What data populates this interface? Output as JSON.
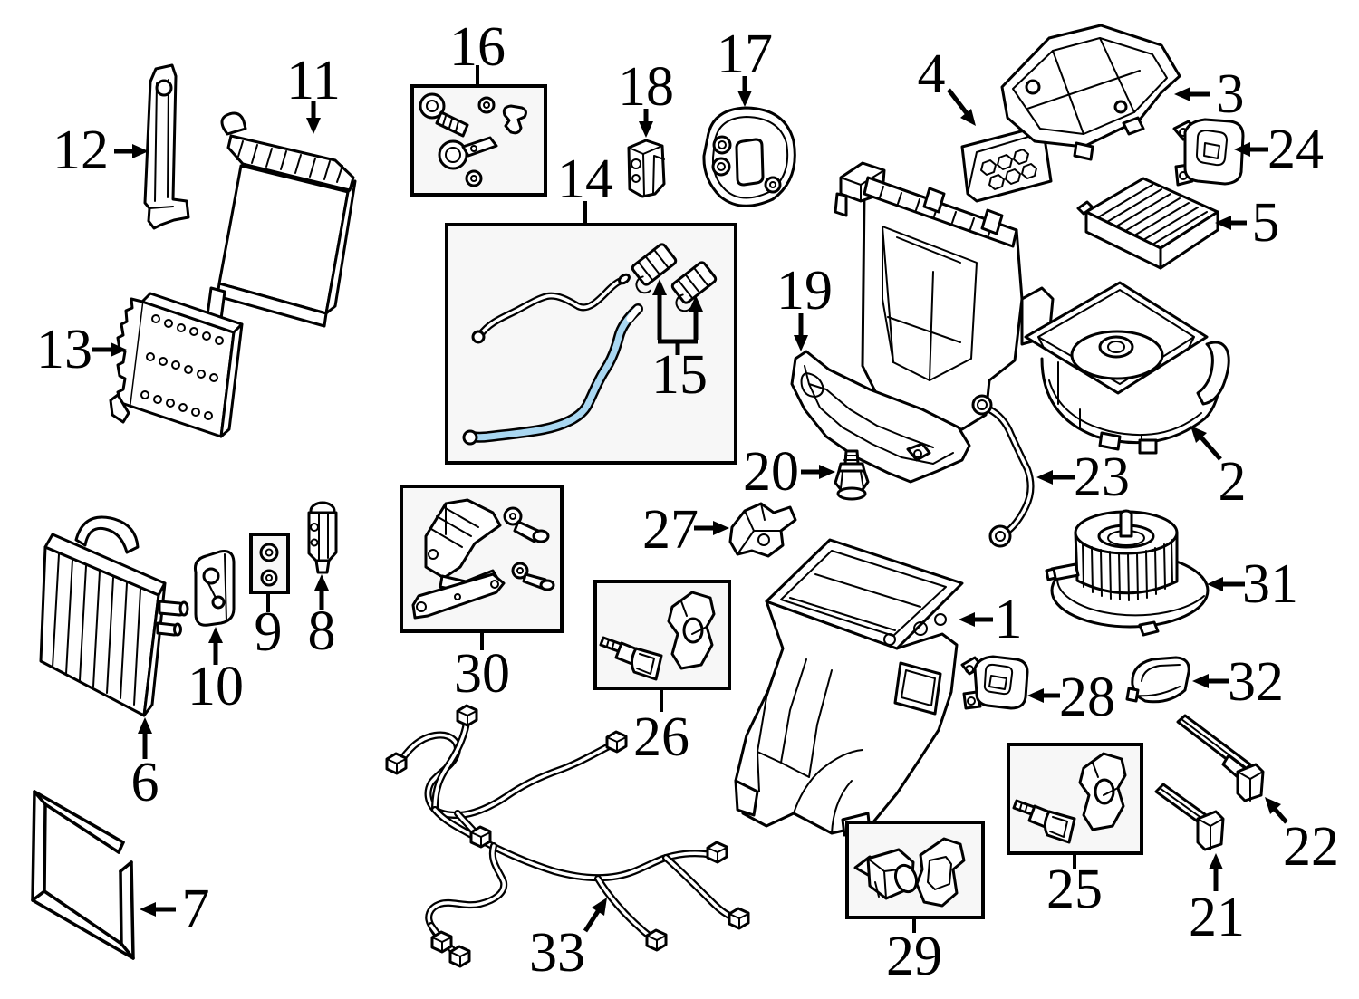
{
  "diagram": {
    "background_color": "#ffffff",
    "line_color": "#000000",
    "box_fill_color": "#f7f7f7",
    "highlight_color": "#a9d7f1",
    "highlighted_callout": "14",
    "boxed_groups": [
      "9",
      "14",
      "16",
      "25",
      "26",
      "29",
      "30"
    ]
  },
  "callouts": {
    "n1": "1",
    "n2": "2",
    "n3": "3",
    "n4": "4",
    "n5": "5",
    "n6": "6",
    "n7": "7",
    "n8": "8",
    "n9": "9",
    "n10": "10",
    "n11": "11",
    "n12": "12",
    "n13": "13",
    "n14": "14",
    "n15": "15",
    "n16": "16",
    "n17": "17",
    "n18": "18",
    "n19": "19",
    "n20": "20",
    "n21": "21",
    "n22": "22",
    "n23": "23",
    "n24": "24",
    "n25": "25",
    "n26": "26",
    "n27": "27",
    "n28": "28",
    "n29": "29",
    "n30": "30",
    "n31": "31",
    "n32": "32",
    "n33": "33"
  }
}
